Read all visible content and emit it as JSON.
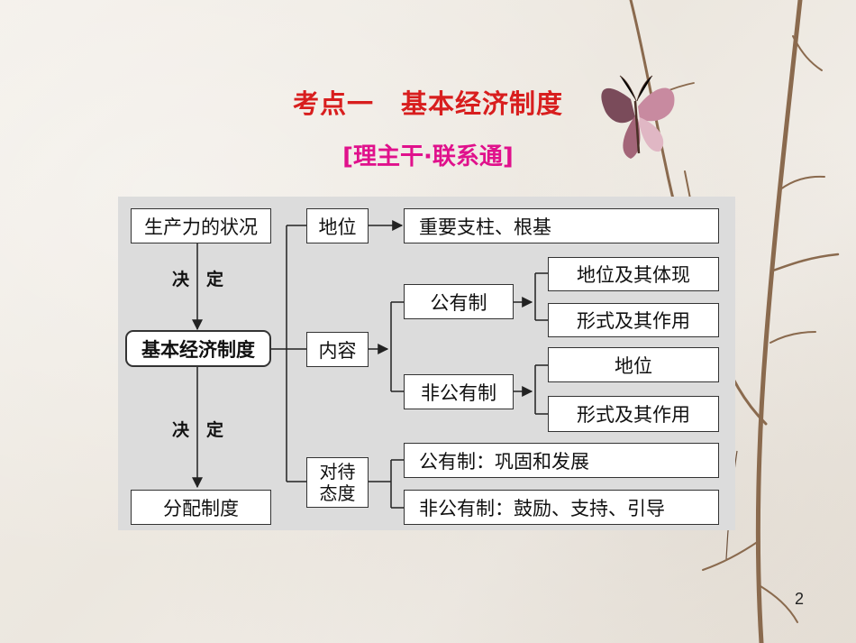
{
  "slide": {
    "title": "考点一　基本经济制度",
    "subtitle": "[理主干·联系通]",
    "page_number": "2"
  },
  "diagram": {
    "productivity": "生产力的状况",
    "decides_1": "决　定",
    "basic_system": "基本经济制度",
    "decides_2": "决　定",
    "distribution": "分配制度",
    "status": "地位",
    "status_desc": "重要支柱、根基",
    "content": "内容",
    "public_ownership": "公有制",
    "public_status": "地位及其体现",
    "public_forms": "形式及其作用",
    "non_public_ownership": "非公有制",
    "non_public_status": "地位",
    "non_public_forms": "形式及其作用",
    "attitude_line1": "对待",
    "attitude_line2": "态度",
    "attitude_public": "公有制：巩固和发展",
    "attitude_non_public": "非公有制：鼓励、支持、引导"
  }
}
